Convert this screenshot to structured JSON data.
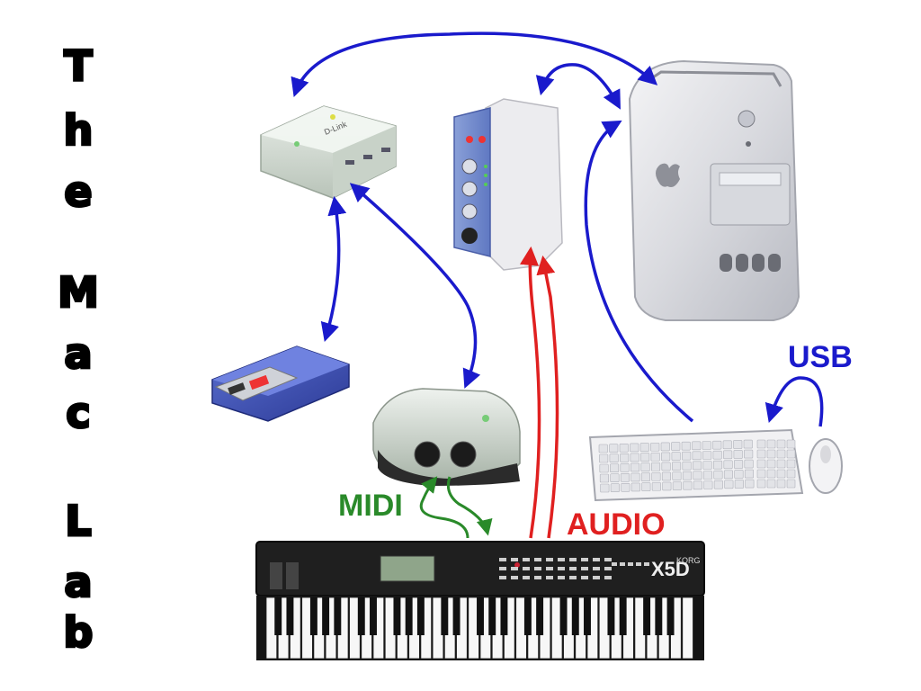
{
  "title_letters": [
    "T",
    "h",
    "e",
    "M",
    "a",
    "c",
    "L",
    "a",
    "b"
  ],
  "labels": {
    "usb": "USB",
    "midi": "MIDI",
    "audio": "AUDIO"
  },
  "colors": {
    "usb": "#1a1acc",
    "midi": "#2a8a2a",
    "audio": "#e02020"
  },
  "keyboard": {
    "brand": "X5D",
    "maker": "KORG"
  },
  "hub": {
    "brand": "D-Link"
  }
}
